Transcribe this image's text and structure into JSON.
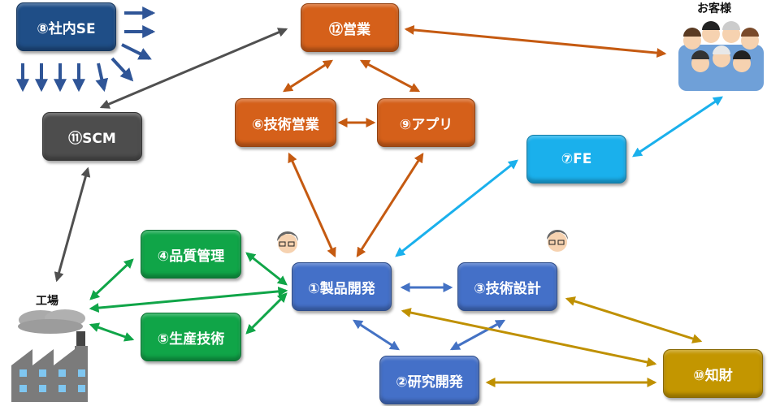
{
  "nodes": {
    "n8": {
      "label": "⑧社内SE",
      "color": "#1f4e87"
    },
    "n11": {
      "label": "⑪SCM",
      "color": "#4d4d4d"
    },
    "n12": {
      "label": "⑫営業",
      "color": "#d5601a"
    },
    "n6": {
      "label": "⑥技術営業",
      "color": "#d5601a"
    },
    "n9": {
      "label": "⑨アプリ",
      "color": "#d5601a"
    },
    "n7": {
      "label": "⑦FE",
      "color": "#1ab0ec"
    },
    "n4": {
      "label": "④品質管理",
      "color": "#10a548"
    },
    "n5": {
      "label": "⑤生産技術",
      "color": "#10a548"
    },
    "n1": {
      "label": "①製品開発",
      "color": "#4470c8"
    },
    "n3": {
      "label": "③技術設計",
      "color": "#4470c8"
    },
    "n2": {
      "label": "②研究開発",
      "color": "#4470c8"
    },
    "n10": {
      "label": "⑩知財",
      "color": "#c39600"
    }
  },
  "labels": {
    "customers": "お客様",
    "factory": "工場"
  },
  "colors": {
    "se": "#2f5597",
    "gray": "#505050",
    "orange": "#c55a11",
    "cyan": "#1ab0ec",
    "green": "#10a548",
    "blue": "#4472c4",
    "gold": "#bf9000"
  }
}
